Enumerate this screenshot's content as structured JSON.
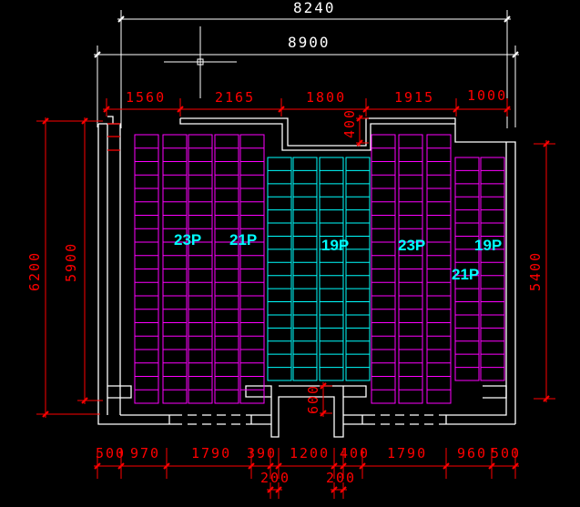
{
  "colors": {
    "wall": "#ffffff",
    "dimension": "#ff0000",
    "array_a": "#ff00ff",
    "array_b": "#00ffff",
    "label": "#00ffff"
  },
  "overall_dims": {
    "inner": "8240",
    "outer": "8900"
  },
  "top_chain": [
    "1560",
    "2165",
    "1800",
    "1915",
    "1000"
  ],
  "left_dims": {
    "outer": "6200",
    "inner": "5900"
  },
  "right_dim": "5400",
  "bottom_chain": [
    "500",
    "970",
    "1790",
    "390",
    "1200",
    "400",
    "1790",
    "960",
    "500"
  ],
  "bottom_sub": [
    "200",
    "200"
  ],
  "notch_dim": "400",
  "door_dim": "600",
  "array_labels": [
    "23P",
    "21P",
    "19P",
    "23P",
    "19P",
    "21P"
  ],
  "arrays": [
    {
      "color": "array_a",
      "rows": 20
    },
    {
      "color": "array_b",
      "rows": 17
    },
    {
      "color": "array_a",
      "rows": 20
    },
    {
      "color": "array_a",
      "rows": 17
    }
  ]
}
